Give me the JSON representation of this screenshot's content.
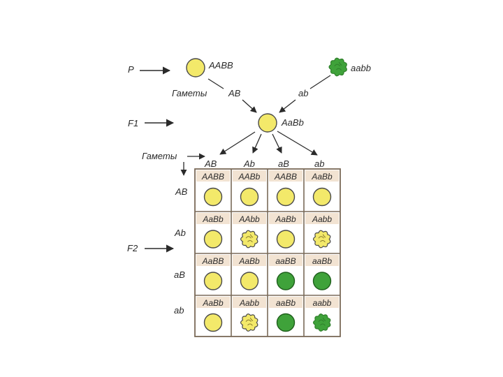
{
  "colors": {
    "yellow": "#f3e96a",
    "green": "#3fa23a",
    "dark_green": "#2f7f2b",
    "outline": "#4a4a4a",
    "grid": "#7a6a58",
    "header_fill": "#f2e3d2"
  },
  "parents": {
    "row_label": "P",
    "left": {
      "genotype": "AABB",
      "phenotype": "yellow-smooth"
    },
    "right": {
      "genotype": "aabb",
      "phenotype": "green-wrinkled"
    }
  },
  "parent_gametes": {
    "label": "Гаметы",
    "left": "AB",
    "right": "ab"
  },
  "f1": {
    "row_label": "F1",
    "genotype": "AaBb",
    "phenotype": "yellow-smooth"
  },
  "f1_gametes": {
    "label": "Гаметы",
    "items": [
      "AB",
      "Ab",
      "aB",
      "ab"
    ]
  },
  "f2": {
    "row_label": "F2",
    "rows": [
      "AB",
      "Ab",
      "aB",
      "ab"
    ],
    "cells": [
      [
        {
          "genotype": "AABB",
          "phenotype": "yellow-smooth"
        },
        {
          "genotype": "AABb",
          "phenotype": "yellow-smooth"
        },
        {
          "genotype": "AABB",
          "phenotype": "yellow-smooth"
        },
        {
          "genotype": "AaBb",
          "phenotype": "yellow-smooth"
        }
      ],
      [
        {
          "genotype": "AaBb",
          "phenotype": "yellow-smooth"
        },
        {
          "genotype": "AAbb",
          "phenotype": "yellow-wrinkled"
        },
        {
          "genotype": "AaBb",
          "phenotype": "yellow-smooth"
        },
        {
          "genotype": "Aabb",
          "phenotype": "yellow-wrinkled"
        }
      ],
      [
        {
          "genotype": "AaBB",
          "phenotype": "yellow-smooth"
        },
        {
          "genotype": "AaBb",
          "phenotype": "yellow-smooth"
        },
        {
          "genotype": "aaBB",
          "phenotype": "green-smooth"
        },
        {
          "genotype": "aaBb",
          "phenotype": "green-smooth"
        }
      ],
      [
        {
          "genotype": "AaBb",
          "phenotype": "yellow-smooth"
        },
        {
          "genotype": "Aabb",
          "phenotype": "yellow-wrinkled"
        },
        {
          "genotype": "aaBb",
          "phenotype": "green-smooth"
        },
        {
          "genotype": "aabb",
          "phenotype": "green-wrinkled"
        }
      ]
    ]
  }
}
